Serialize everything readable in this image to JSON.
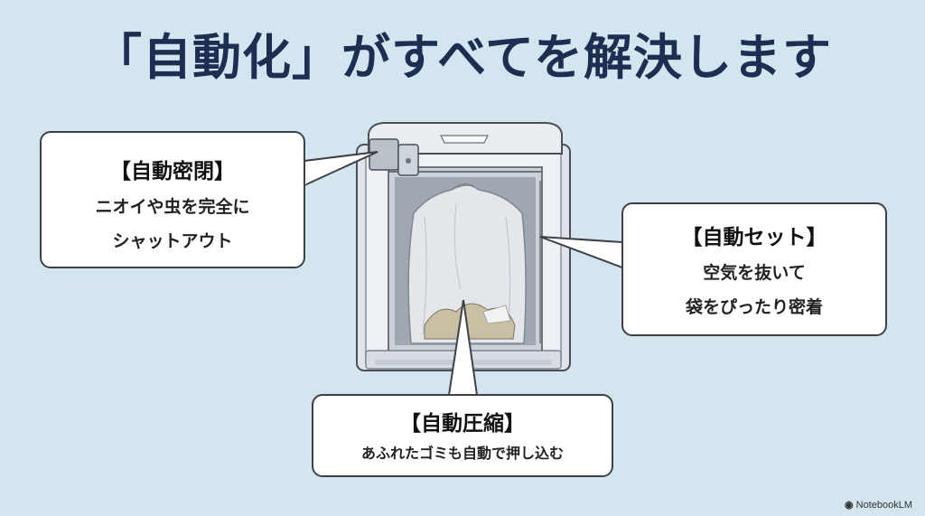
{
  "title": "「自動化」がすべてを解決します",
  "callouts": {
    "seal": {
      "heading": "【自動密閉】",
      "line1": "ニオイや虫を完全に",
      "line2": "シャットアウト"
    },
    "set": {
      "heading": "【自動セット】",
      "line1": "空気を抜いて",
      "line2": "袋をぴったり密着"
    },
    "press": {
      "heading": "【自動圧縮】",
      "line1": "あふれたゴミも自動で押し込む"
    }
  },
  "brand": {
    "name": "NotebookLM",
    "icon": "notebooklm-logo-icon"
  },
  "colors": {
    "background": "#d3e6f0",
    "title": "#1c2f52",
    "bin": "#e6eaee",
    "outline": "#3d4047"
  }
}
